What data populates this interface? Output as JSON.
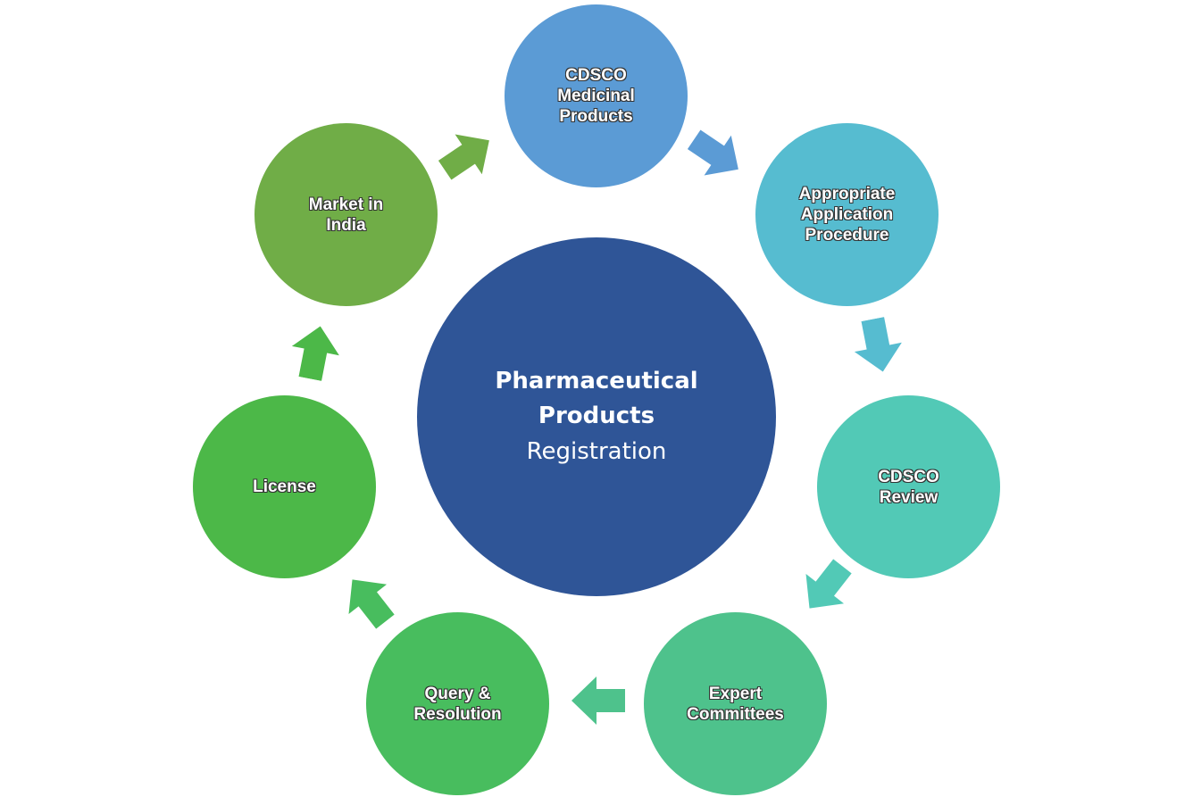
{
  "center": {
    "line1": "Pharmaceutical",
    "line2": "Products",
    "line3": "Registration"
  },
  "steps": [
    {
      "label": "CDSCO\nMedicinal\nProducts",
      "color": "#5b9bd5"
    },
    {
      "label": "Appropriate\nApplication\nProcedure",
      "color": "#56bcd0"
    },
    {
      "label": "CDSCO\nReview",
      "color": "#52c9b6"
    },
    {
      "label": "Expert\nCommittees",
      "color": "#4ec28c"
    },
    {
      "label": "Query &\nResolution",
      "color": "#48bd5e"
    },
    {
      "label": "License",
      "color": "#4cb848"
    },
    {
      "label": "Market in\nIndia",
      "color": "#70ad47"
    }
  ],
  "arrow_colors": [
    "#5b9bd5",
    "#56bcd0",
    "#52c9b6",
    "#4ec28c",
    "#48bd5e",
    "#4cb848",
    "#70ad47"
  ]
}
